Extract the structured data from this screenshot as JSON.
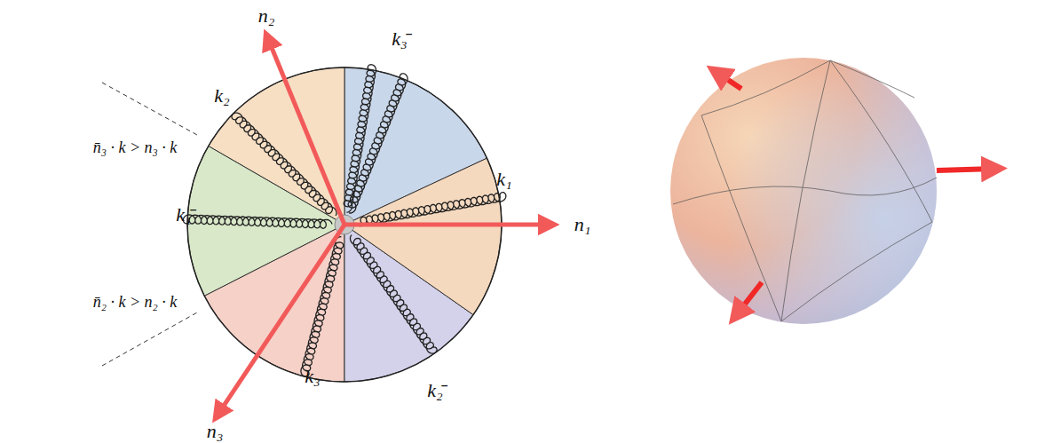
{
  "diagram": {
    "labels": [
      "n₁",
      "n₂",
      "n₃",
      "k₁",
      "k₂",
      "k₃",
      "k₁̄",
      "k₂̄",
      "k₃̄",
      "n̄₃ · k > n₃ · k",
      "n̄₂ · k > n₂ · k"
    ]
  }
}
